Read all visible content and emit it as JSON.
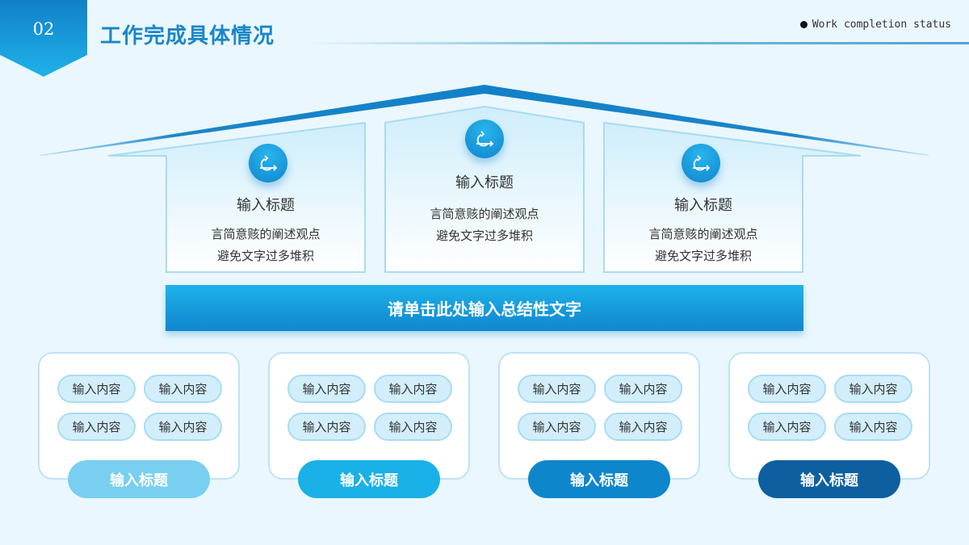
{
  "header": {
    "section_number": "02",
    "title": "工作完成具体情况",
    "subtitle": "Work completion status"
  },
  "colors": {
    "background": "#eaf7fe",
    "accent": "#1a86c8",
    "roof": "#1280c8",
    "panel_border": "#a9dbf1",
    "chip_fill": "#d2eefb",
    "card_title_colors": [
      "#78cff0",
      "#1ab0e8",
      "#0e86cb",
      "#0e5fa0"
    ]
  },
  "panels": [
    {
      "icon": "refresh-cycle-icon",
      "title": "输入标题",
      "desc_line1": "言简意赅的阐述观点",
      "desc_line2": "避免文字过多堆积"
    },
    {
      "icon": "refresh-cycle-icon",
      "title": "输入标题",
      "desc_line1": "言简意赅的阐述观点",
      "desc_line2": "避免文字过多堆积"
    },
    {
      "icon": "refresh-cycle-icon",
      "title": "输入标题",
      "desc_line1": "言简意赅的阐述观点",
      "desc_line2": "避免文字过多堆积"
    }
  ],
  "summary": {
    "text": "请单击此处输入总结性文字"
  },
  "cards": [
    {
      "chips": [
        "输入内容",
        "输入内容",
        "输入内容",
        "输入内容"
      ],
      "title": "输入标题"
    },
    {
      "chips": [
        "输入内容",
        "输入内容",
        "输入内容",
        "输入内容"
      ],
      "title": "输入标题"
    },
    {
      "chips": [
        "输入内容",
        "输入内容",
        "输入内容",
        "输入内容"
      ],
      "title": "输入标题"
    },
    {
      "chips": [
        "输入内容",
        "输入内容",
        "输入内容",
        "输入内容"
      ],
      "title": "输入标题"
    }
  ]
}
